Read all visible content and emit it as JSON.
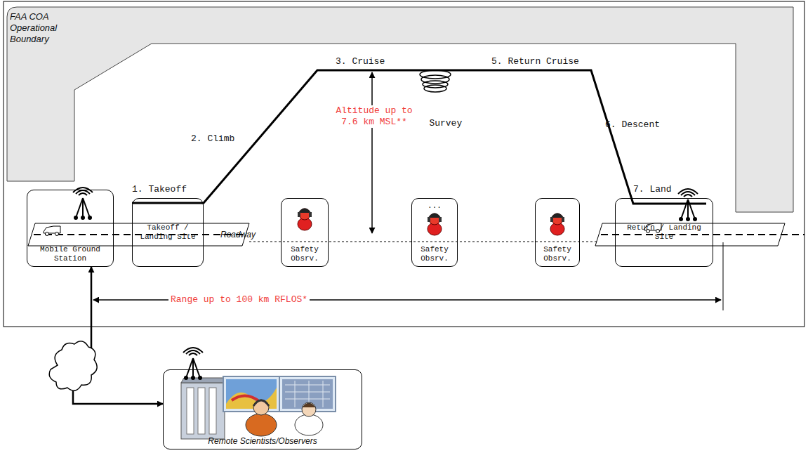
{
  "diagram": {
    "nodes": [
      {
        "text": [
          "FAA COA Operational Boundary"
        ]
      },
      {
        "text": [
          "Mobile Ground Station"
        ]
      },
      {
        "text": [
          "Takeoff / Landing Site"
        ]
      },
      {
        "text": [
          "Safety Obsrv."
        ]
      },
      {
        "text": [
          "...",
          "Safety Obsrv."
        ]
      },
      {
        "text": [
          "Safety Obsrv."
        ]
      },
      {
        "text": [
          "Return / Landing Site"
        ]
      },
      {
        "text": [
          "Remote Scientists/Observers"
        ]
      }
    ],
    "edges": [
      {
        "from": 1,
        "to": 7,
        "arrow": "both"
      }
    ],
    "labels": [
      "1. Takeoff",
      "2. Climb",
      "3. Cruise",
      "4. Survey",
      "5. Return Cruise",
      "6. Descent",
      "7. Land",
      "Altitude up to 7.6 km MSL**",
      "Roadway",
      "Range up to 100 km RFLOS*"
    ]
  }
}
